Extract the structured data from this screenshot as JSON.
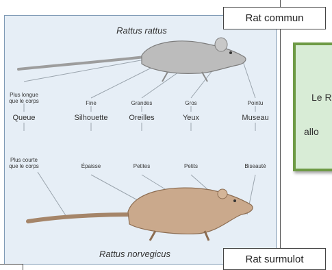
{
  "labels": {
    "top_tag": "Rat commun",
    "bottom_tag": "Rat surmulot",
    "species_top": "Rattus rattus",
    "species_bottom": "Rattus norvegicus"
  },
  "traits": [
    {
      "name": "Queue",
      "top": "Plus longue que le corps",
      "bottom": "Plus courte que le corps"
    },
    {
      "name": "Silhouette",
      "top": "Fine",
      "bottom": "Épaisse"
    },
    {
      "name": "Oreilles",
      "top": "Grandes",
      "bottom": "Petites"
    },
    {
      "name": "Yeux",
      "top": "Gros",
      "bottom": "Petits"
    },
    {
      "name": "Museau",
      "top": "Pointu",
      "bottom": "Biseauté"
    }
  ],
  "right_panel": {
    "line1": "Le R",
    "line2": "allo"
  },
  "colors": {
    "panel_bg": "#e6eef6",
    "rat_top": "#b9b9b9",
    "rat_bottom": "#c9a98c",
    "box_bg": "#d8ecd6",
    "box_border": "#6e9a45"
  }
}
